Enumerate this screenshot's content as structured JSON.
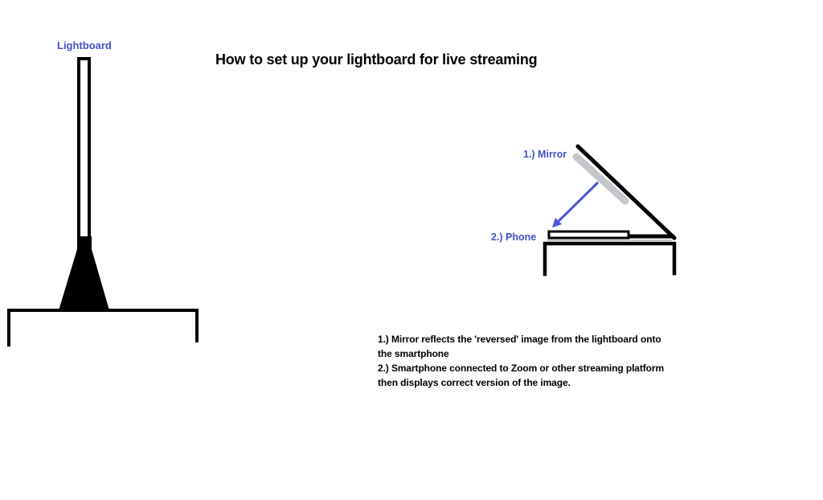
{
  "title": "How to set up your lightboard for live streaming",
  "lightboard_label": "Lightboard",
  "mirror_label": "1.) Mirror",
  "phone_label": "2.) Phone",
  "notes": [
    "1.) Mirror reflects the 'reversed' image from the lightboard onto",
    "the smartphone",
    "2.) Smartphone connected to Zoom or other streaming platform",
    "then displays correct version of the image."
  ],
  "colors": {
    "ink": "#000000",
    "label_blue": "#4252c7",
    "arrow_blue": "#4b52dd",
    "mirror_gray": "#c3c6ca",
    "background": "#ffffff"
  }
}
